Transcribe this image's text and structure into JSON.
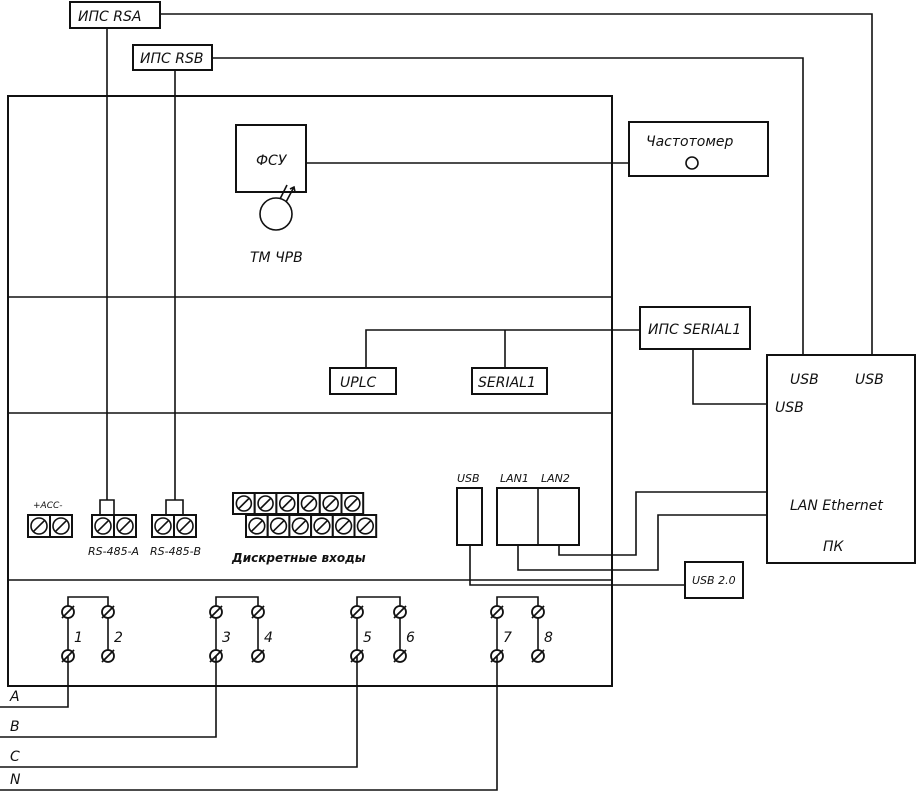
{
  "labels": {
    "ips_rsa": "ИПС RSA",
    "ips_rsb": "ИПС RSB",
    "fsu": "ФСУ",
    "freq_meter": "Частотомер",
    "tm_chrv": "ТМ ЧРВ",
    "ips_serial1": "ИПС SERIAL1",
    "uplc": "UPLC",
    "serial1": "SERIAL1",
    "pc_usb1": "USB",
    "pc_usb2": "USB",
    "pc_usb3": "USB",
    "lan_ethernet": "LAN Ethernet",
    "pc": "ПК",
    "acc": "+ACC-",
    "rs485a": "RS-485-A",
    "rs485b": "RS-485-B",
    "discrete_inputs": "Дискретные входы",
    "usb_port": "USB",
    "lan1": "LAN1",
    "lan2": "LAN2",
    "usb20": "USB 2.0",
    "terminals": [
      "1",
      "2",
      "3",
      "4",
      "5",
      "6",
      "7",
      "8"
    ],
    "phases": [
      "A",
      "B",
      "C",
      "N"
    ]
  }
}
